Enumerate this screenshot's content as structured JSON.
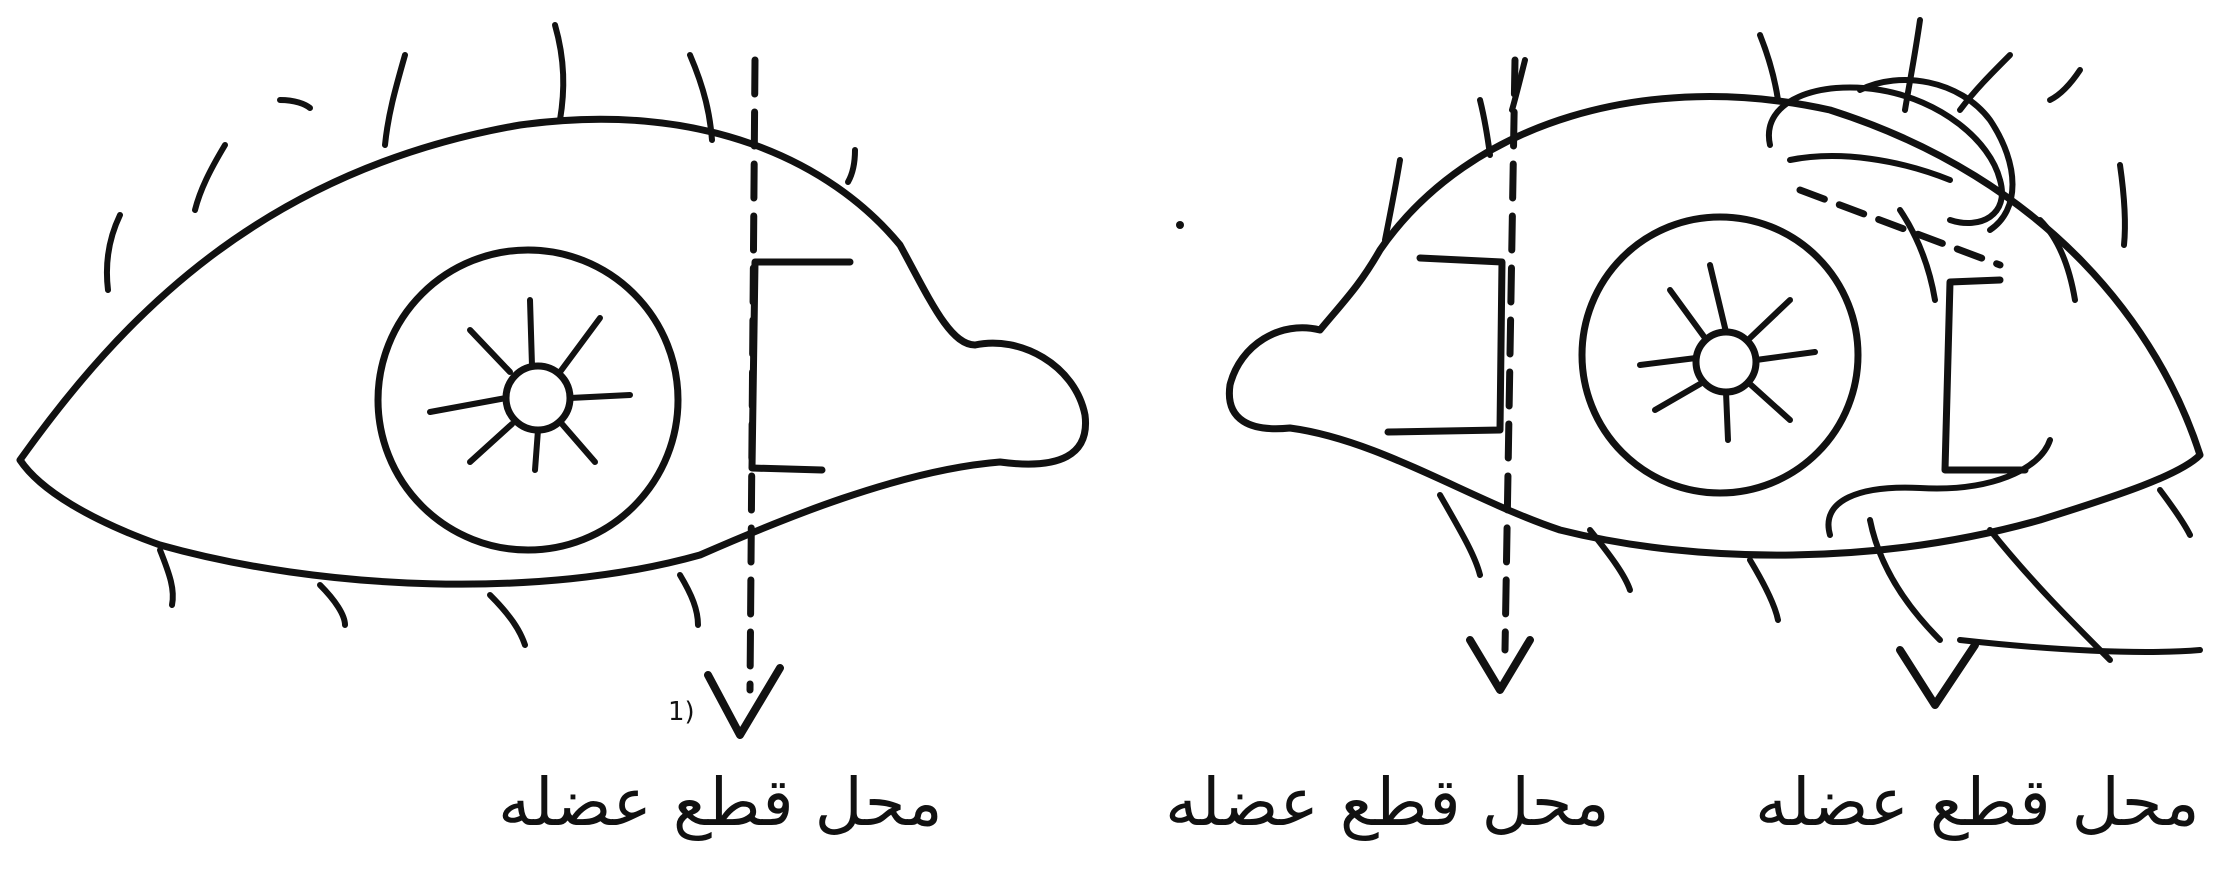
{
  "diagram": {
    "labels": [
      {
        "id": "left",
        "text": "محل قطع عضله"
      },
      {
        "id": "middle",
        "text": "محل قطع عضله"
      },
      {
        "id": "right",
        "text": "محل قطع عضله"
      }
    ],
    "marks": {
      "left_arrow_mark": "1)"
    },
    "colors": {
      "ink": "#111111",
      "background": "#ffffff"
    }
  }
}
